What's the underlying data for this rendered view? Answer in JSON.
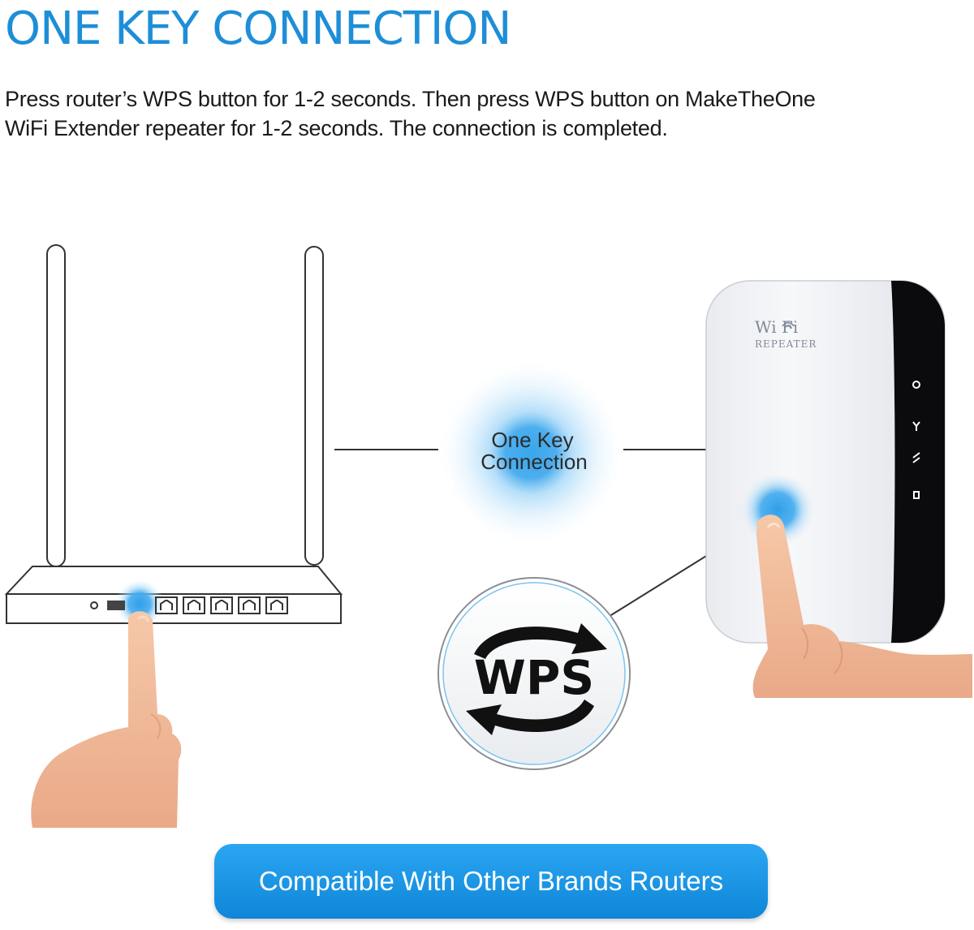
{
  "headline": "ONE KEY CONNECTION",
  "instructions": {
    "line1": "Press router’s WPS button for 1-2 seconds. Then press WPS button on MakeTheOne",
    "line2": "WiFi Extender repeater for 1-2 seconds. The connection is completed."
  },
  "callout": {
    "line1": "One Key",
    "line2": "Connection"
  },
  "wps_badge": {
    "label": "WPS"
  },
  "repeater": {
    "brand": "Wi  Fi",
    "subtitle": "REPEATER",
    "status_icons": [
      "power-icon",
      "wifi-signal-icon",
      "wps-icon",
      "lan-icon"
    ]
  },
  "banner": {
    "text": "Compatible With Other Brands Routers"
  },
  "colors": {
    "accent": "#1e8ed7",
    "banner": "#1a96e6",
    "glow": "#4fb3f0"
  }
}
